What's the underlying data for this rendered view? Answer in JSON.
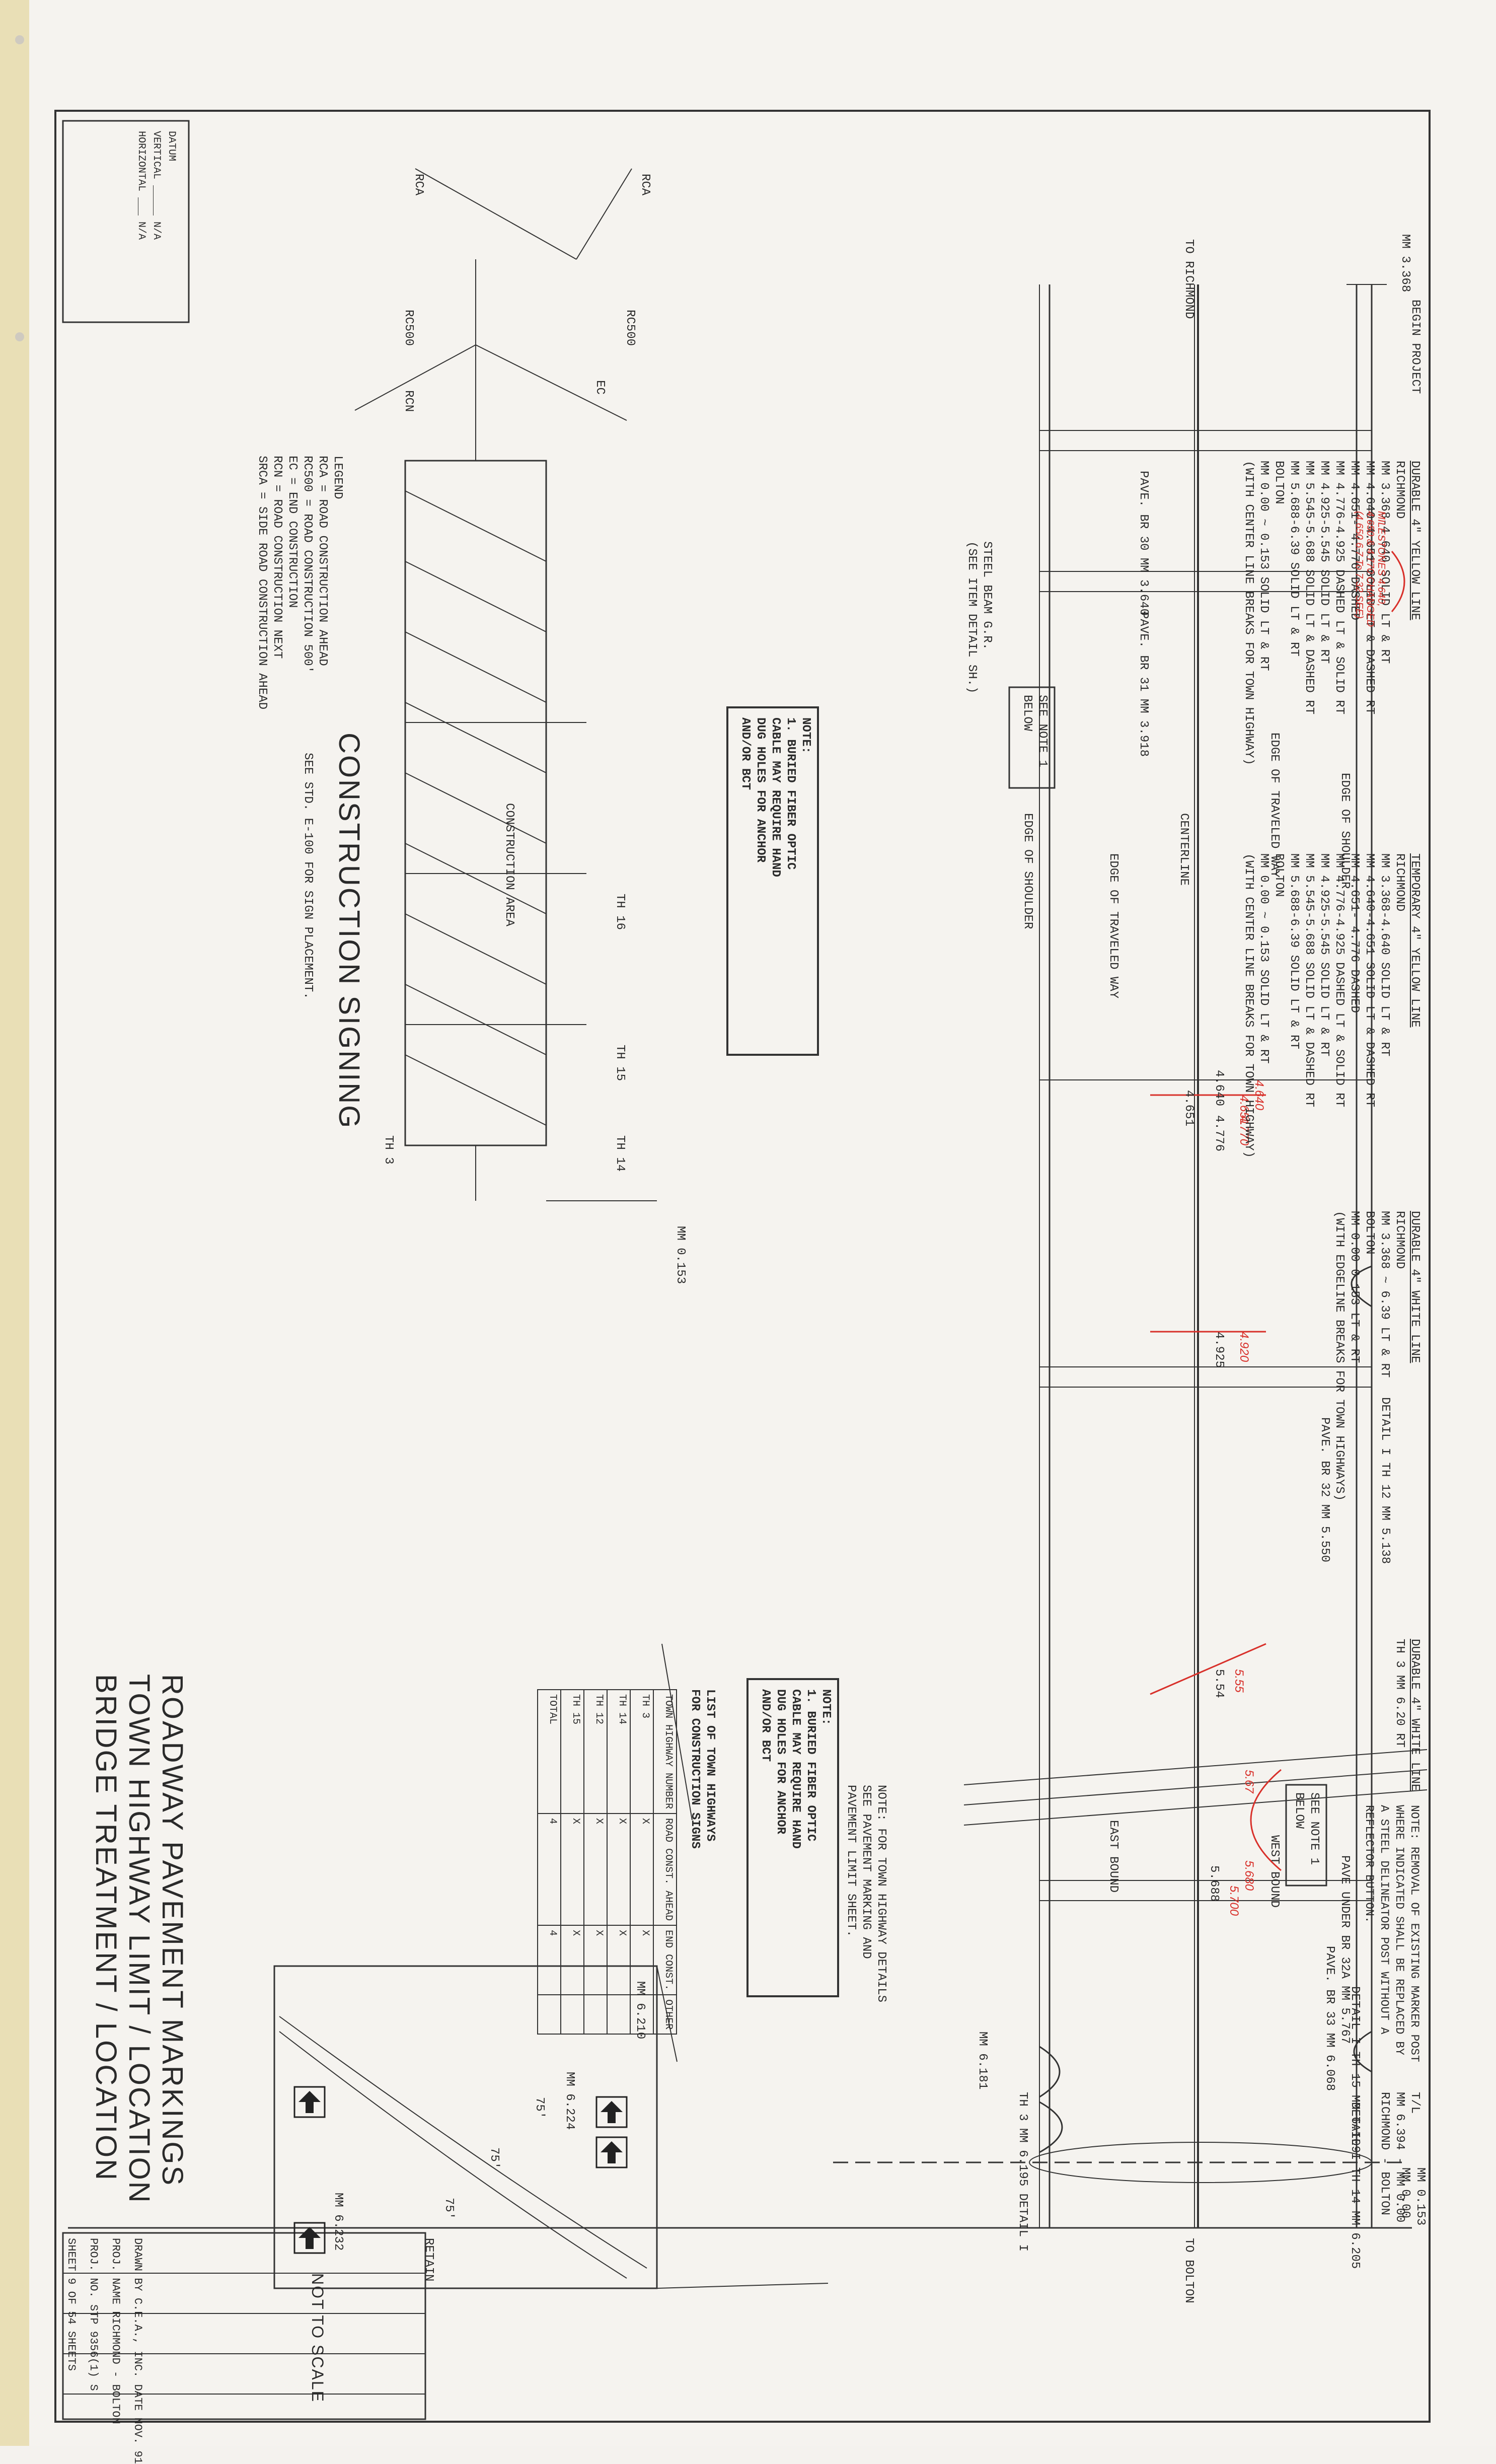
{
  "page": {
    "title_lines": [
      "ROADWAY PAVEMENT MARKINGS",
      "TOWN HIGHWAY LIMIT / LOCATION",
      "BRIDGE TREATMENT / LOCATION"
    ],
    "not_to_scale": "NOT TO SCALE"
  },
  "title_block": {
    "drawn_by": "DRAWN BY C.E.A., INC. DATE NOV. 91",
    "proj_name": "PROJ. NAME RICHMOND - BOLTON",
    "proj_no": "PROJ. NO. STP 9356(1) S",
    "sheet": "SHEET 9 OF 54 SHEETS"
  },
  "datum": {
    "label": "DATUM",
    "vertical": "VERTICAL _____ N/A",
    "horizontal": "HORIZONTAL ___ N/A"
  },
  "road": {
    "mm_start": "MM 3.368",
    "begin_project": "BEGIN PROJECT",
    "to_richmond": "TO RICHMOND",
    "to_bolton": "TO BOLTON",
    "mm_end": "MM 0.153",
    "edge_of_shoulder_top": "EDGE OF SHOULDER",
    "edge_traveled_top": "EDGE OF TRAVELED WAY",
    "centerline": "CENTERLINE",
    "edge_traveled_bottom": "EDGE OF TRAVELED WAY",
    "edge_of_shoulder_bottom": "EDGE OF SHOULDER",
    "west_bound": "WEST BOUND",
    "east_bound": "EAST BOUND",
    "steel_beam": "STEEL BEAM G.R.",
    "steel_beam_ref": "(SEE ITEM DETAIL SH.)",
    "stations": [
      "4.640",
      "4.651",
      "4.776",
      "4.925",
      "5.54",
      "5.688"
    ],
    "red_marks": [
      "4.640",
      "4.651",
      "4.770",
      "4.920",
      "5.55",
      "5.67",
      "5.680",
      "5.700"
    ]
  },
  "notes": {
    "durable_yellow": {
      "heading": "DURABLE 4\" YELLOW LINE",
      "lines": [
        "RICHMOND",
        "MM 3.368-4.640 SOLID LT & RT",
        "MM 4.640-4.651 SOLID LT & DASHED RT",
        "MM 4.651- 4.776 DASHED",
        "MM 4.776-4.925 DASHED LT & SOLID RT",
        "MM 4.925-5.545 SOLID LT & RT",
        "MM 5.545-5.688 SOLID LT & DASHED RT",
        "MM 5.688-6.39 SOLID LT & RT",
        "BOLTON",
        "MM 0.00 ~ 0.153 SOLID LT & RT",
        "(WITH CENTER LINE BREAKS FOR TOWN HIGHWAY)"
      ]
    },
    "temporary_yellow": {
      "heading": "TEMPORARY 4\" YELLOW LINE",
      "lines": [
        "RICHMOND",
        "MM 3.368-4.640 SOLID LT & RT",
        "MM 4.640-4.651 SOLID LT & DASHED RT",
        "MM 4.651- 4.776 DASHED",
        "MM 4.776-4.925 DASHED LT & SOLID RT",
        "MM 4.925-5.545 SOLID LT & RT",
        "MM 5.545-5.688 SOLID LT & DASHED RT",
        "MM 5.688-6.39 SOLID LT & RT",
        "BOLTON",
        "MM 0.00 ~ 0.153 SOLID LT & RT",
        "(WITH CENTER LINE BREAKS FOR TOWN HIGHWAY)"
      ]
    },
    "durable_white_1": {
      "heading": "DURABLE 4\" WHITE LINE",
      "lines": [
        "RICHMOND",
        "MM 3.368 ~ 6.39 LT & RT",
        "BOLTON",
        "MM 0.00 0.153 LT & RT",
        "(WITH EDGELINE BREAKS FOR TOWN HIGHWAYS)"
      ]
    },
    "durable_white_2": {
      "heading": "DURABLE 4\" WHITE LINE",
      "lines": [
        "TH 3 MM 6.20 RT"
      ]
    },
    "marker_note": "NOTE: REMOVAL OF EXISTING MARKER POST WHERE INDICATED SHALL BE REPLACED BY A STEEL DELINEATOR POST WITHOUT A REFLECTOR BUTTON.",
    "town_limit": [
      "T/L",
      "MM 6.394 - MM 0.00",
      "RICHMOND - BOLTON"
    ],
    "town_hwy_note": [
      "NOTE: FOR TOWN HIGHWAY DETAILS",
      "SEE PAVEMENT MARKING AND",
      "PAVEMENT LIMIT SHEET."
    ],
    "fiber_note": {
      "title": "NOTE:",
      "lines": [
        "1. BURIED FIBER OPTIC",
        "CABLE MAY REQUIRE HAND",
        "DUG HOLES FOR ANCHOR",
        "AND/OR BCT"
      ]
    },
    "see_note": [
      "SEE NOTE 1",
      "BELOW"
    ],
    "red_annotation": [
      "MILESTONES 4.640,",
      "4.650 & 4.770 CHANGED",
      "(4.650 6.7 To 7.32 SEE)"
    ]
  },
  "bridges": [
    {
      "label": "PAVE. BR 30 MM 3.640"
    },
    {
      "label": "PAVE. BR 31 MM 3.918"
    },
    {
      "label": "PAVE. BR 32 MM 5.550"
    },
    {
      "label": "PAVE UNDER BR 32A MM 5.767"
    },
    {
      "label": "PAVE. BR 33 MM 6.068"
    }
  ],
  "details": [
    "DETAIL I TH 12 MM 5.138",
    "DETAIL I TH 15 MM 6.109",
    "DETAIL I TH 14 MM 6.205",
    "TH 3 MM 6.195 DETAIL I",
    "MM 6.181"
  ],
  "construction": {
    "title": "CONSTRUCTION SIGNING",
    "subtitle": "SEE STD. E-100 FOR SIGN PLACEMENT.",
    "area": "CONSTRUCTION AREA",
    "mm": "MM 0.153",
    "legend_title": "LEGEND",
    "legend": [
      "RCA = ROAD CONSTRUCTION AHEAD",
      "RC500 = ROAD CONSTRUCTION 500'",
      "EC = END CONSTRUCTION",
      "RCN = ROAD CONSTRUCTION NEXT",
      "SRCA = SIDE ROAD CONSTRUCTION AHEAD"
    ],
    "sign_labels": [
      "RCA",
      "RC500",
      "EC",
      "RCA",
      "RC500",
      "RCN"
    ],
    "th_labels": [
      "TH 16",
      "TH 15",
      "TH 14",
      "TH 3"
    ]
  },
  "th_table": {
    "title": [
      "LIST OF TOWN HIGHWAYS",
      "FOR CONSTRUCTION SIGNS"
    ],
    "headers": [
      "TOWN HIGHWAY NUMBER",
      "ROAD CONST. AHEAD",
      "END CONST.",
      "OTHER"
    ],
    "rows": [
      [
        "TH 3",
        "X",
        "X",
        ""
      ],
      [
        "TH 14",
        "X",
        "X",
        ""
      ],
      [
        "TH 12",
        "X",
        "X",
        ""
      ],
      [
        "TH 15",
        "X",
        "X",
        ""
      ],
      [
        "TOTAL",
        "4",
        "4",
        ""
      ]
    ]
  },
  "bridge_inset": {
    "labels": [
      "MM 6.210",
      "MM 6.224",
      "MM 6.232",
      "RETAIN",
      "MM 0.00"
    ],
    "speed": [
      "75'",
      "75'",
      "75'"
    ]
  }
}
